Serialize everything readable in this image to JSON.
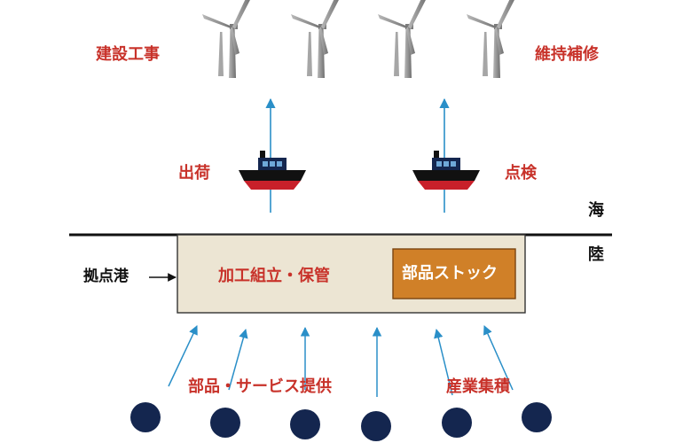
{
  "labels": {
    "construction": "建設工事",
    "maintenance": "維持補修",
    "shipping": "出荷",
    "inspection": "点検",
    "sea": "海",
    "land": "陸",
    "base_port": "拠点港",
    "assembly": "加工組立・保管",
    "parts_stock": "部品ストック",
    "parts_service": "部品・サービス提供",
    "industry_cluster": "産業集積"
  },
  "colors": {
    "label_red": "#c8322a",
    "arrow_blue": "#2a8fc8",
    "port_box": "#ece5d3",
    "stock_box": "#d08028",
    "supplier_dot": "#14264f",
    "ship_navy": "#14264f",
    "ship_red": "#c8202a",
    "turbine_gray": "#8f8f8f"
  },
  "icons": {
    "turbine": "wind-turbine-icon",
    "ship": "ship-icon",
    "supplier": "supplier-circle-icon"
  }
}
